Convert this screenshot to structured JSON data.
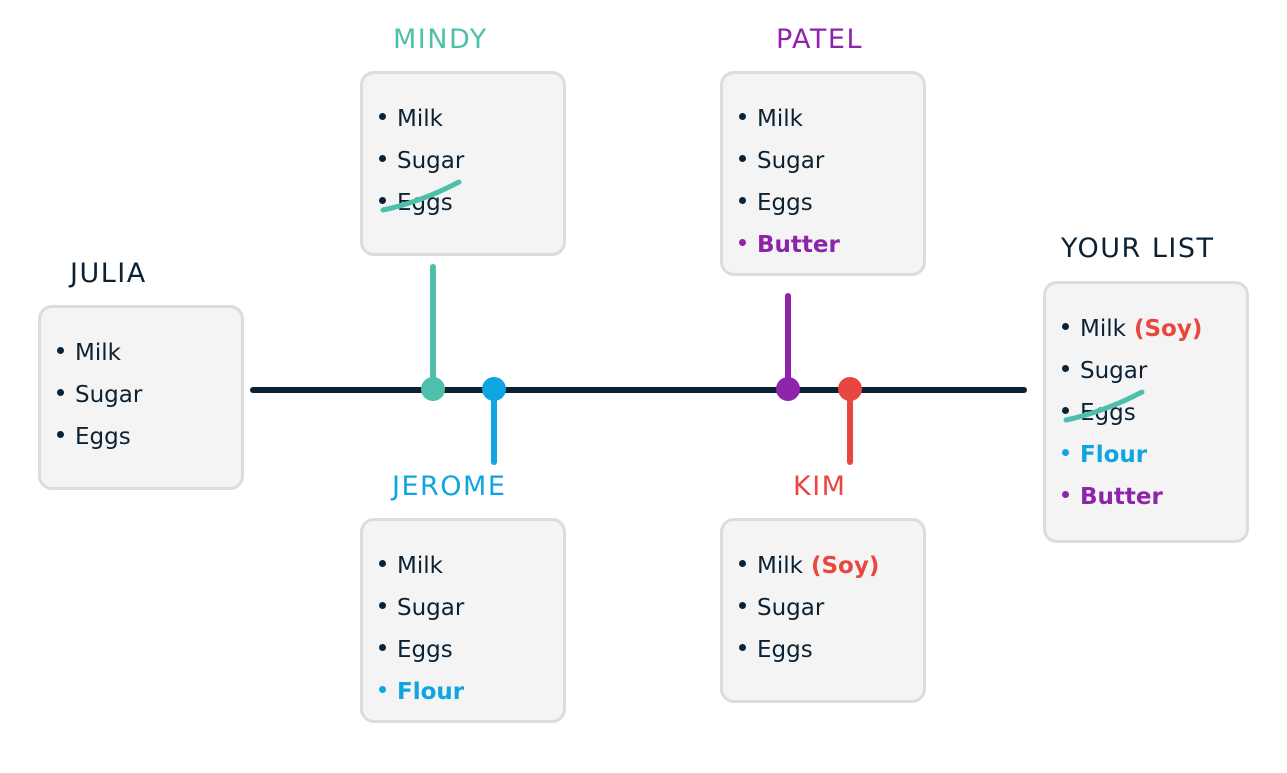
{
  "colors": {
    "dark": "#0b2234",
    "mindy": "#4dbfaa",
    "jerome": "#0ea5e0",
    "patel": "#8e24aa",
    "kim": "#e8473f"
  },
  "people": {
    "julia": {
      "name": "JULIA",
      "items": [
        {
          "text": "Milk"
        },
        {
          "text": "Sugar"
        },
        {
          "text": "Eggs"
        }
      ]
    },
    "mindy": {
      "name": "MINDY",
      "items": [
        {
          "text": "Milk"
        },
        {
          "text": "Sugar"
        },
        {
          "text": "Eggs",
          "struck": true
        }
      ]
    },
    "jerome": {
      "name": "JEROME",
      "items": [
        {
          "text": "Milk"
        },
        {
          "text": "Sugar"
        },
        {
          "text": "Eggs"
        },
        {
          "text": "Flour",
          "highlight": "jerome"
        }
      ]
    },
    "patel": {
      "name": "PATEL",
      "items": [
        {
          "text": "Milk"
        },
        {
          "text": "Sugar"
        },
        {
          "text": "Eggs"
        },
        {
          "text": "Butter",
          "highlight": "patel"
        }
      ]
    },
    "kim": {
      "name": "KIM",
      "items": [
        {
          "text": "Milk",
          "note": "(Soy)"
        },
        {
          "text": "Sugar"
        },
        {
          "text": "Eggs"
        }
      ]
    },
    "yours": {
      "name": "YOUR LIST",
      "items": [
        {
          "text": "Milk",
          "note": "(Soy)"
        },
        {
          "text": "Sugar"
        },
        {
          "text": "Eggs",
          "struck": true
        },
        {
          "text": "Flour",
          "highlight": "jerome"
        },
        {
          "text": "Butter",
          "highlight": "patel"
        }
      ]
    }
  }
}
